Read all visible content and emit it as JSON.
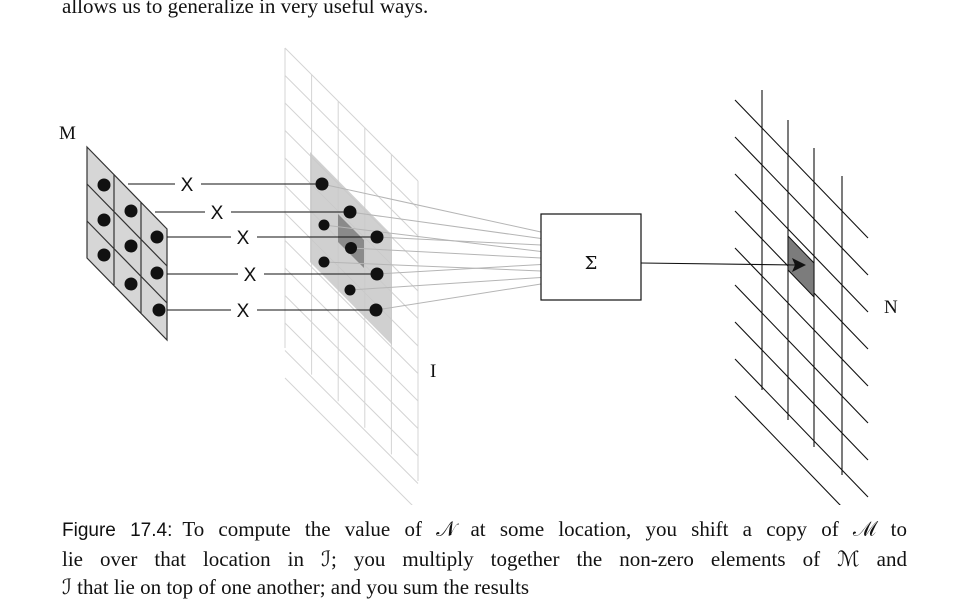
{
  "top_text": "allows us to generalize in very useful ways.",
  "figure": {
    "label_M": "M",
    "label_I": "I",
    "label_N": "N",
    "sum_symbol": "Σ",
    "multiply_symbol": "X"
  },
  "caption": {
    "label": "Figure 17.4:",
    "line1": "To compute the value of 𝒩 at some location, you shift a copy of ℳ to",
    "line2": "lie over that location in ℐ; you multiply together the non-zero elements of ℳ and",
    "line3": "ℐ that lie on top of one another; and you sum the results"
  }
}
